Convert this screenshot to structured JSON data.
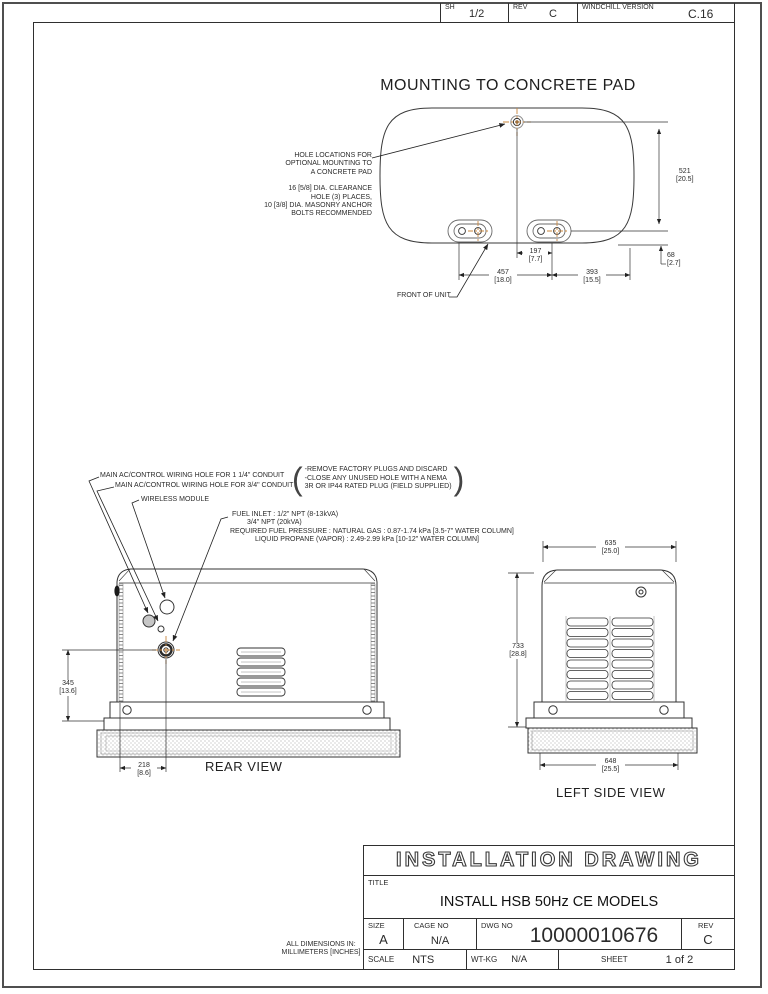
{
  "header": {
    "sh_label": "SH",
    "sh_value": "1/2",
    "rev_label": "REV",
    "rev_value": "C",
    "windchill_label": "WINDCHILL VERSION",
    "windchill_value": "C.16"
  },
  "pad_view": {
    "title": "MOUNTING TO CONCRETE PAD",
    "hole_note": [
      "HOLE LOCATIONS FOR",
      "OPTIONAL MOUNTING TO",
      "A CONCRETE PAD"
    ],
    "clearance_note": [
      "16 [5/8] DIA. CLEARANCE",
      "HOLE (3) PLACES,",
      "10 [3/8] DIA. MASONRY ANCHOR",
      "BOLTS RECOMMENDED"
    ],
    "front_label": "FRONT OF UNIT",
    "dim_height_mm": "521",
    "dim_height_in": "[20.5]",
    "dim_center_mm": "197",
    "dim_center_in": "[7.7]",
    "dim_left_mm": "457",
    "dim_left_in": "[18.0]",
    "dim_right_mm": "393",
    "dim_right_in": "[15.5]",
    "dim_edge_mm": "68",
    "dim_edge_in": "[2.7]"
  },
  "rear_view": {
    "label": "REAR VIEW",
    "callout_conduit_large": "MAIN AC/CONTROL WIRING HOLE FOR 1 1/4\" CONDUIT",
    "callout_conduit_small": "MAIN AC/CONTROL WIRING HOLE FOR 3/4\" CONDUIT",
    "callout_wireless": "WIRELESS MODULE",
    "plug_paren_open": "(",
    "plug_paren_close": ")",
    "plug_note": [
      "-REMOVE FACTORY PLUGS AND DISCARD",
      "-CLOSE ANY UNUSED HOLE WITH A NEMA",
      "3R OR IP44 RATED PLUG (FIELD SUPPLIED)"
    ],
    "fuel_note": [
      "FUEL INLET : 1/2\" NPT (8-13kVA)",
      "3/4\" NPT (20kVA)",
      "REQUIRED FUEL PRESSURE : NATURAL GAS : 0.87-1.74 kPa [3.5-7\" WATER COLUMN]",
      "LIQUID PROPANE (VAPOR) : 2.49-2.99 kPa [10-12\" WATER COLUMN]"
    ],
    "dim_height_mm": "345",
    "dim_height_in": "[13.6]",
    "dim_offset_mm": "218",
    "dim_offset_in": "[8.6]"
  },
  "side_view": {
    "label": "LEFT SIDE VIEW",
    "dim_width_mm": "635",
    "dim_width_in": "[25.0]",
    "dim_height_mm": "733",
    "dim_height_in": "[28.8]",
    "dim_base_mm": "648",
    "dim_base_in": "[25.5]"
  },
  "title_block": {
    "banner": "INSTALLATION DRAWING",
    "title_label": "TITLE",
    "title": "INSTALL HSB 50Hz CE MODELS",
    "size_label": "SIZE",
    "size_value": "A",
    "cage_label": "CAGE NO",
    "cage_value": "N/A",
    "dwg_label": "DWG NO",
    "dwg_value": "10000010676",
    "rev_label": "REV",
    "rev_value": "C",
    "scale_label": "SCALE",
    "scale_value": "NTS",
    "wt_label": "WT-KG",
    "wt_value": "N/A",
    "sheet_label": "SHEET",
    "sheet_value": "1 of 2"
  },
  "notes": {
    "units_line1": "ALL DIMENSIONS IN:",
    "units_line2": "MILLIMETERS [INCHES]"
  },
  "colors": {
    "centerline": "#c9873e",
    "line": "#2b2b2b"
  }
}
